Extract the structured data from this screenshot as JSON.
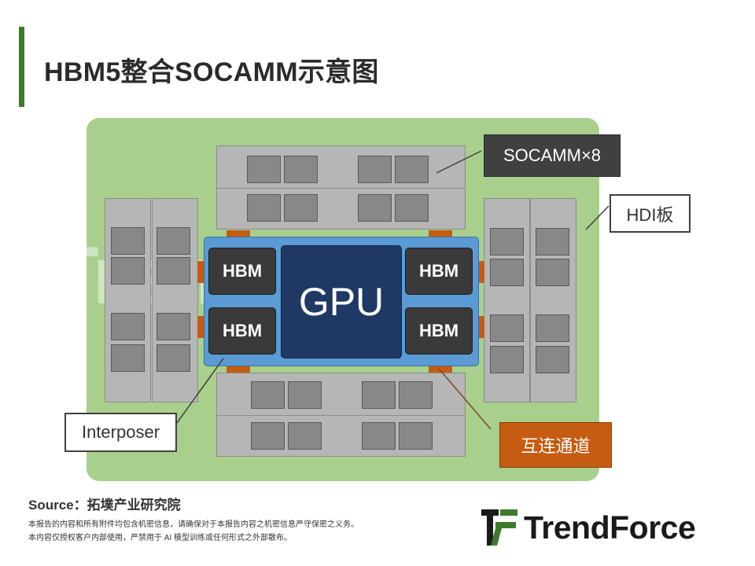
{
  "title": "HBM5整合SOCAMM示意图",
  "watermark": "TrendForce",
  "diagram": {
    "gpu_label": "GPU",
    "hbm_label": "HBM",
    "hbm_count": 4,
    "socamm_label": "SOCAMM×8",
    "hdi_label": "HDI板",
    "interposer_label": "Interposer",
    "channel_label": "互连通道"
  },
  "footer": {
    "source": "Source：拓墣产业研究院",
    "disclaimer_line1": "本报告的内容和所有附件均包含机密信息，请确保对于本报告内容之机密信息严守保密之义务。",
    "disclaimer_line2": "本内容仅授权客户内部使用，严禁用于 AI 模型训练或任何形式之外部散布。"
  },
  "logo": {
    "text": "TrendForce"
  },
  "colors": {
    "accent_green": "#3d7a2c",
    "board_green": "#a8d08c",
    "interposer_blue": "#5b9bd5",
    "gpu_navy": "#203864",
    "hbm_dark": "#3a3a3a",
    "channel_orange": "#c65b12",
    "module_gray": "#b6b6b6",
    "chip_gray": "#888888"
  }
}
